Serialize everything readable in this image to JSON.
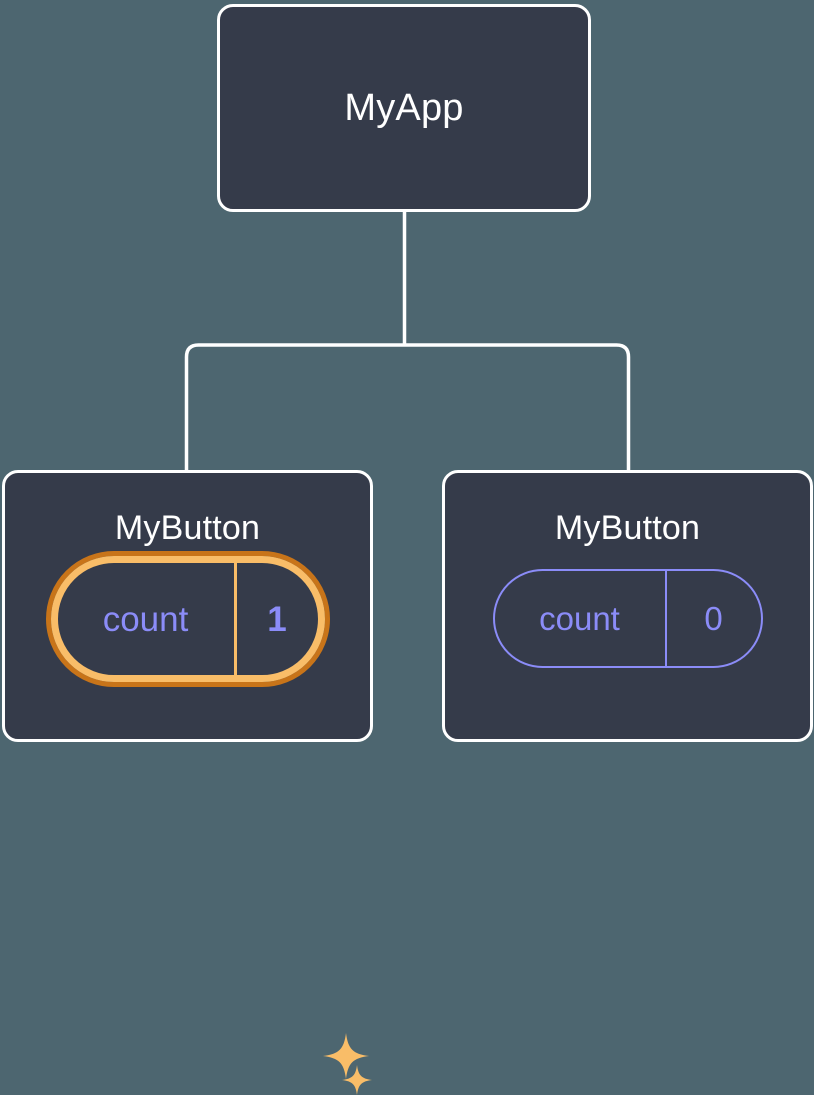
{
  "diagram": {
    "type": "component-tree",
    "title": "React component tree with local state",
    "background_color": "#4d6670",
    "node_fill_color": "#353b4a",
    "node_border_color": "#ffffff",
    "connector_color": "#ffffff",
    "state_text_color": "#8b8cf8",
    "highlight_outer_color": "#c87419",
    "highlight_inner_color": "#f9bd68",
    "sparkle_color": "#f9bd68"
  },
  "root": {
    "label": "MyApp"
  },
  "children": [
    {
      "label": "MyButton",
      "state": {
        "key": "count",
        "value": "1",
        "highlighted": true
      },
      "sparkles": [
        {
          "name": "sparkle-large"
        },
        {
          "name": "sparkle-small"
        }
      ]
    },
    {
      "label": "MyButton",
      "state": {
        "key": "count",
        "value": "0",
        "highlighted": false
      }
    }
  ]
}
